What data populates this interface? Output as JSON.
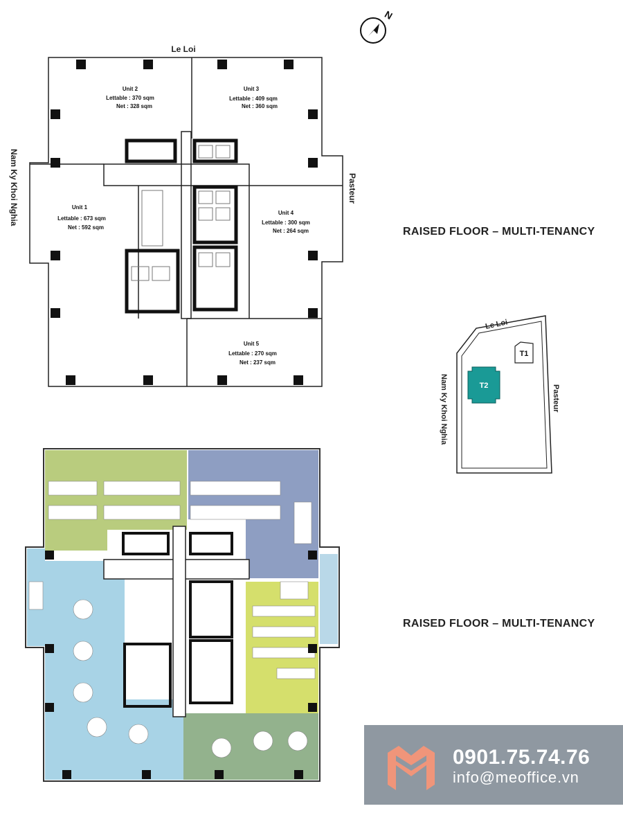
{
  "plan_top": {
    "north_label": "N",
    "street_top": "Le Loi",
    "street_left": "Nam Ky Khoi Nghia",
    "street_right": "Pasteur",
    "units": [
      {
        "name": "Unit 1",
        "lettable": "Lettable : 673 sqm",
        "net": "Net : 592 sqm"
      },
      {
        "name": "Unit 2",
        "lettable": "Lettable : 370 sqm",
        "net": "Net : 328 sqm"
      },
      {
        "name": "Unit 3",
        "lettable": "Lettable : 409 sqm",
        "net": "Net : 360 sqm"
      },
      {
        "name": "Unit 4",
        "lettable": "Lettable : 300 sqm",
        "net": "Net : 264 sqm"
      },
      {
        "name": "Unit 5",
        "lettable": "Lettable : 270 sqm",
        "net": "Net : 237 sqm"
      }
    ],
    "caption": "RAISED FLOOR – MULTI-TENANCY"
  },
  "site_plan": {
    "street_top": "Le Loi",
    "street_left": "Nam Ky Khoi Nghia",
    "street_right": "Pasteur",
    "tower1": "T1",
    "tower2": "T2",
    "highlight_color": "#1a9a96"
  },
  "plan_bottom": {
    "caption": "RAISED FLOOR – MULTI-TENANCY",
    "zone_colors": {
      "green": "#b9cc7e",
      "blue_gray": "#8e9ec2",
      "light_blue": "#a8d3e6",
      "yellow_green": "#d5df6c",
      "sage": "#93b28d"
    }
  },
  "contact": {
    "phone": "0901.75.74.76",
    "email": "info@meoffice.vn",
    "logo_color": "#f0957a",
    "bg_color": "#8f98a1"
  }
}
